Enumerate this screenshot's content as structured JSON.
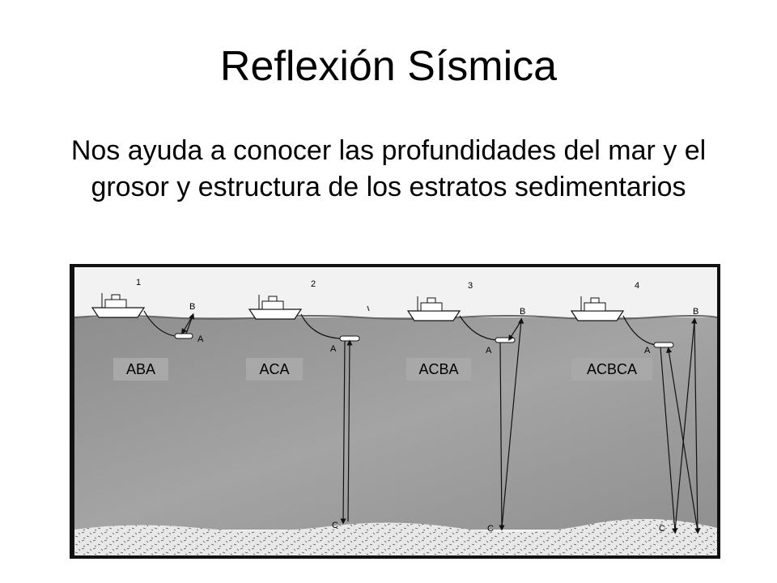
{
  "slide": {
    "title": "Reflexión Sísmica",
    "subtitle": "Nos ayuda a conocer las profundidades del mar y el grosor y estructura de los estratos sedimentarios"
  },
  "diagram": {
    "panels": [
      {
        "number": "1",
        "path_label": "ABA",
        "points": [
          "A",
          "B"
        ]
      },
      {
        "number": "2",
        "path_label": "ACA",
        "points": [
          "A",
          "C"
        ]
      },
      {
        "number": "3",
        "path_label": "ACBA",
        "points": [
          "B",
          "A",
          "C"
        ]
      },
      {
        "number": "4",
        "path_label": "ACBCA",
        "points": [
          "B",
          "A",
          "C"
        ]
      }
    ]
  },
  "colors": {
    "water": "#9c9c9c",
    "sky": "#f2f2f2",
    "seabed": "#e6e6e6",
    "label_bg": "#a8a8a8"
  }
}
